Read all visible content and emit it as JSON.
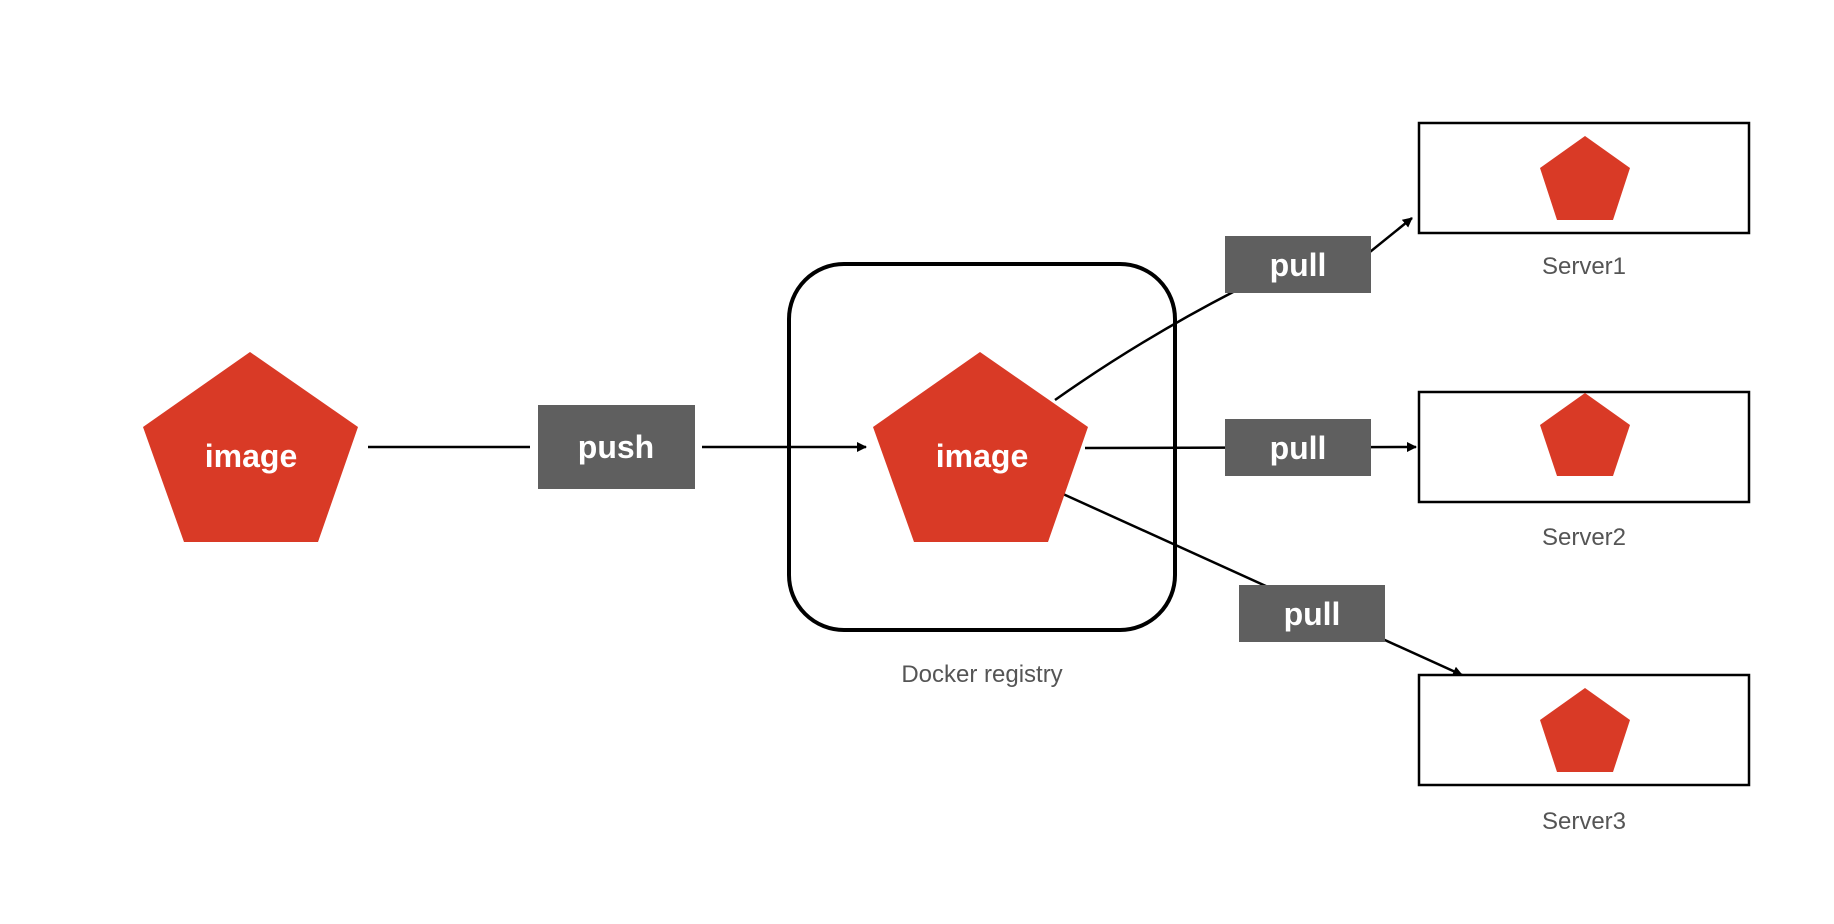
{
  "colors": {
    "pentagon": "#d93a26",
    "label_box": "#5f5f5f",
    "line": "#000000",
    "caption": "#555555"
  },
  "source_image": {
    "label": "image"
  },
  "push": {
    "label": "push"
  },
  "registry": {
    "label": "image",
    "caption": "Docker registry"
  },
  "pulls": [
    {
      "label": "pull"
    },
    {
      "label": "pull"
    },
    {
      "label": "pull"
    }
  ],
  "servers": [
    {
      "name": "Server1"
    },
    {
      "name": "Server2"
    },
    {
      "name": "Server3"
    }
  ]
}
